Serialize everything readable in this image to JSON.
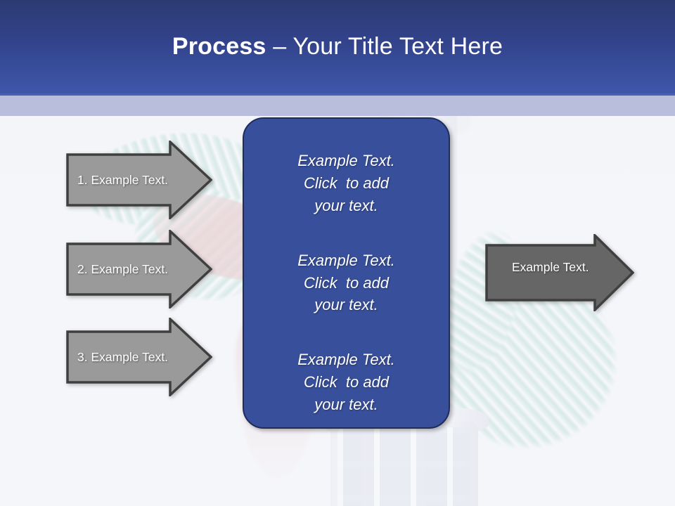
{
  "slide": {
    "title_strong": "Process",
    "title_separator": " – ",
    "title_rest": "Your Title Text Here",
    "background_description": "medical-tubing-photo"
  },
  "colors": {
    "header_top": "#2c3b72",
    "header_bottom": "#3f57ac",
    "header_rule": "#4a5fae",
    "band": "#b8bedb",
    "page_background": "#f5f6fa",
    "panel_fill": "#384f9b",
    "panel_border": "#1e2c5e",
    "arrow_light_fill": "#9a9a9a",
    "arrow_dark_fill": "#666666",
    "arrow_border": "#3f3f3f",
    "text_white": "#ffffff"
  },
  "left_arrows": [
    {
      "label": "1. Example Text."
    },
    {
      "label": "2. Example Text."
    },
    {
      "label": "3. Example Text."
    }
  ],
  "right_arrow": {
    "label": "Example Text."
  },
  "center_panel": {
    "blocks": [
      {
        "line1": "Example Text.",
        "line2": "Click  to add",
        "line3": "your text."
      },
      {
        "line1": "Example Text.",
        "line2": "Click  to add",
        "line3": "your text."
      },
      {
        "line1": "Example Text.",
        "line2": "Click  to add",
        "line3": "your text."
      }
    ]
  }
}
